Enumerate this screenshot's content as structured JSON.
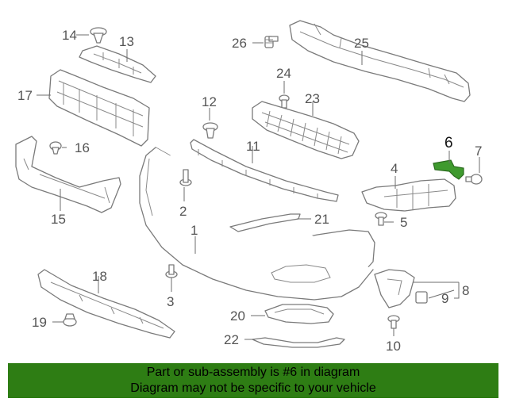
{
  "diagram": {
    "highlight_number": "6",
    "callouts": [
      "1",
      "2",
      "3",
      "4",
      "5",
      "6",
      "7",
      "8",
      "9",
      "10",
      "11",
      "12",
      "13",
      "14",
      "15",
      "16",
      "17",
      "18",
      "19",
      "20",
      "21",
      "22",
      "23",
      "24",
      "25",
      "26"
    ],
    "colors": {
      "highlight_part": "#3f9a2e",
      "banner": "#2e7d14",
      "line": "#7a7a7a"
    }
  },
  "banner": {
    "line1": "Part or sub-assembly is #6 in diagram",
    "line2": "Diagram may not be specific to your vehicle"
  }
}
